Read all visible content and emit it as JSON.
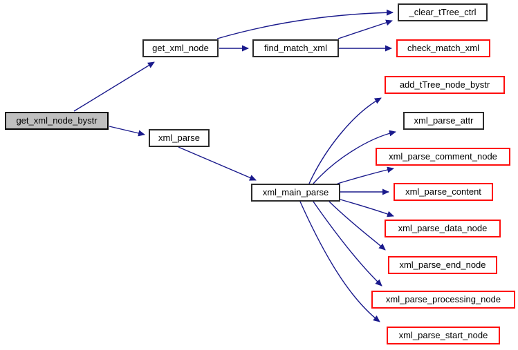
{
  "diagram": {
    "type": "call-graph",
    "description": "Doxygen-style function call graph for get_xml_node_bystr",
    "colors": {
      "background": "#ffffff",
      "edge": "#1a1a8c",
      "node_fill": "#ffffff",
      "node_border_black": "#2b2b2b",
      "node_border_red": "#fe0d0c",
      "current_node_fill": "#bfbfbf",
      "text": "#000000"
    },
    "nodes": [
      {
        "id": "get_xml_node_bystr",
        "label": "get_xml_node_bystr",
        "style": "current"
      },
      {
        "id": "get_xml_node",
        "label": "get_xml_node",
        "style": "black"
      },
      {
        "id": "find_match_xml",
        "label": "find_match_xml",
        "style": "black"
      },
      {
        "id": "_clear_tTree_ctrl",
        "label": "_clear_tTree_ctrl",
        "style": "black"
      },
      {
        "id": "check_match_xml",
        "label": "check_match_xml",
        "style": "red"
      },
      {
        "id": "xml_parse",
        "label": "xml_parse",
        "style": "black"
      },
      {
        "id": "xml_main_parse",
        "label": "xml_main_parse",
        "style": "black"
      },
      {
        "id": "add_tTree_node_bystr",
        "label": "add_tTree_node_bystr",
        "style": "red"
      },
      {
        "id": "xml_parse_attr",
        "label": "xml_parse_attr",
        "style": "black"
      },
      {
        "id": "xml_parse_comment_node",
        "label": "xml_parse_comment_node",
        "style": "red"
      },
      {
        "id": "xml_parse_content",
        "label": "xml_parse_content",
        "style": "red"
      },
      {
        "id": "xml_parse_data_node",
        "label": "xml_parse_data_node",
        "style": "red"
      },
      {
        "id": "xml_parse_end_node",
        "label": "xml_parse_end_node",
        "style": "red"
      },
      {
        "id": "xml_parse_processing_node",
        "label": "xml_parse_processing_node",
        "style": "red"
      },
      {
        "id": "xml_parse_start_node",
        "label": "xml_parse_start_node",
        "style": "red"
      }
    ],
    "edges": [
      {
        "from": "get_xml_node_bystr",
        "to": "get_xml_node"
      },
      {
        "from": "get_xml_node_bystr",
        "to": "xml_parse"
      },
      {
        "from": "get_xml_node",
        "to": "find_match_xml"
      },
      {
        "from": "get_xml_node",
        "to": "_clear_tTree_ctrl"
      },
      {
        "from": "find_match_xml",
        "to": "_clear_tTree_ctrl"
      },
      {
        "from": "find_match_xml",
        "to": "check_match_xml"
      },
      {
        "from": "xml_parse",
        "to": "xml_main_parse"
      },
      {
        "from": "xml_main_parse",
        "to": "add_tTree_node_bystr"
      },
      {
        "from": "xml_main_parse",
        "to": "xml_parse_attr"
      },
      {
        "from": "xml_main_parse",
        "to": "xml_parse_comment_node"
      },
      {
        "from": "xml_main_parse",
        "to": "xml_parse_content"
      },
      {
        "from": "xml_main_parse",
        "to": "xml_parse_data_node"
      },
      {
        "from": "xml_main_parse",
        "to": "xml_parse_end_node"
      },
      {
        "from": "xml_main_parse",
        "to": "xml_parse_processing_node"
      },
      {
        "from": "xml_main_parse",
        "to": "xml_parse_start_node"
      }
    ]
  }
}
